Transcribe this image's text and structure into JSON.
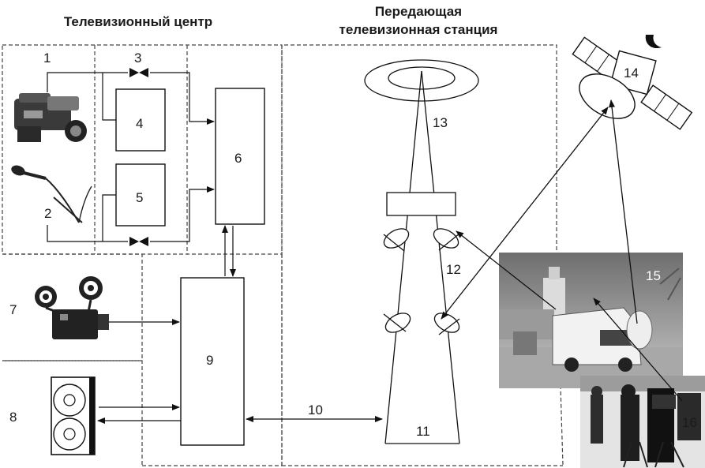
{
  "headings": {
    "tv_center": "Телевизионный центр",
    "station_line1": "Передающая",
    "station_line2": "телевизионная станция"
  },
  "labels": {
    "n1": "1",
    "n2": "2",
    "n3": "3",
    "n4": "4",
    "n5": "5",
    "n6": "6",
    "n7": "7",
    "n8": "8",
    "n9": "9",
    "n10": "10",
    "n11": "11",
    "n12": "12",
    "n13": "13",
    "n14": "14",
    "n15": "15",
    "n16": "16"
  },
  "icons": {
    "camera": "video-camera-icon",
    "microphone": "microphone-icon",
    "projector": "film-projector-icon",
    "discs": "disc-storage-icon",
    "satellite": "satellite-icon",
    "ob_van_photo": "ob-van-photo",
    "crew_photo": "camera-crew-photo"
  }
}
